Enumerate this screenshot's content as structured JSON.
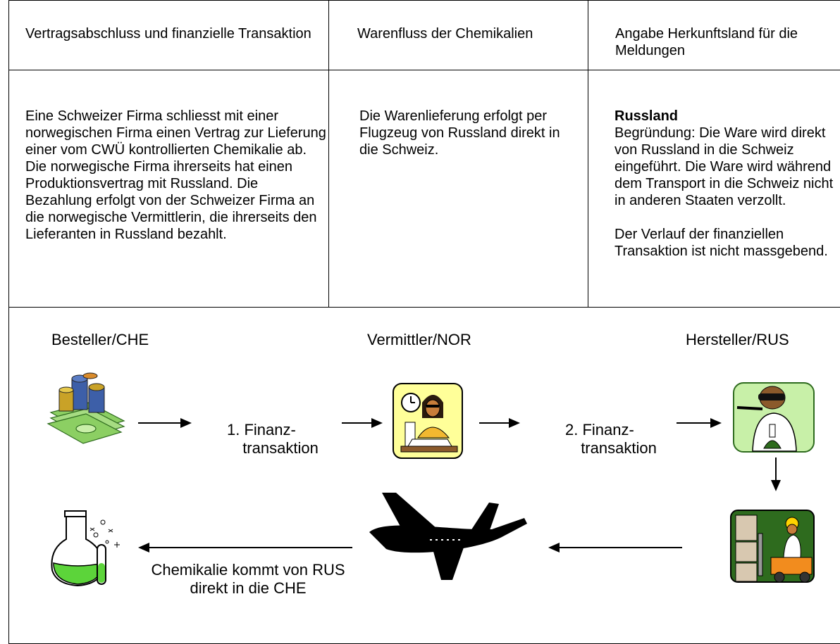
{
  "table": {
    "headers": [
      "Vertragsabschluss und finanzielle Transaktion",
      "Warenfluss der Chemikalien",
      "Angabe Herkunftsland für die Meldungen"
    ],
    "col1_text": "Eine Schweizer Firma schliesst mit einer norwegischen Firma einen Vertrag zur Lieferung einer vom CWÜ kontrollierten Chemikalie ab. Die norwegische Firma ihrerseits hat einen Produktionsvertrag mit Russland. Die Bezahlung erfolgt von der Schweizer Firma an die norwegische Vermittlerin, die ihrerseits den Lieferanten in Russland bezahlt.",
    "col2_text": "Die Warenlieferung erfolgt per Flugzeug von Russland direkt in die Schweiz.",
    "col3_title": "Russland",
    "col3_reason": "Begründung: Die Ware wird direkt von Russland in die Schweiz eingeführt. Die Ware wird während dem Transport in die Schweiz nicht in anderen Staaten verzollt.",
    "col3_note": "Der Verlauf der finanziellen Transaktion ist nicht massgebend."
  },
  "diagram": {
    "parties": [
      "Besteller/CHE",
      "Vermittler/NOR",
      "Hersteller/RUS"
    ],
    "step1": [
      "1. Finanz-",
      "transaktion"
    ],
    "step2": [
      "2. Finanz-",
      "transaktion"
    ],
    "delivery": [
      "Chemikalie kommt von RUS",
      "direkt in die CHE"
    ],
    "icons": [
      "money-icon",
      "broker-icon",
      "scientist-icon",
      "forklift-worker-icon",
      "airplane-icon",
      "flask-icon"
    ],
    "colors": {
      "money_green": "#8ccf63",
      "chem_green": "#5cd43a",
      "frame_yellow": "#ffff99",
      "frame_lightgreen": "#c8f0a8",
      "frame_darkgreen": "#2e6b1e"
    }
  }
}
